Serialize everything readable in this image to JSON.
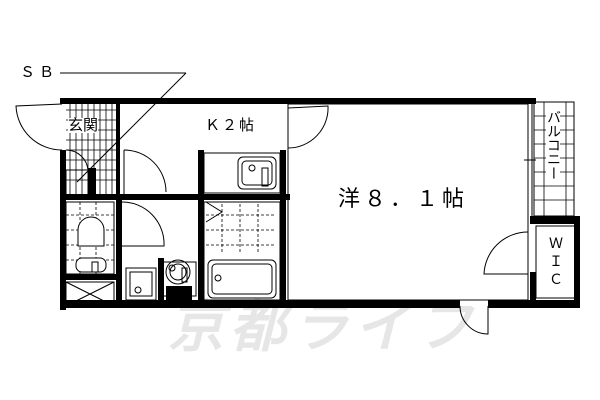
{
  "floorplan": {
    "rooms": {
      "western_room": "洋８．１帖",
      "kitchen": "Ｋ２帖",
      "entrance": "玄関",
      "balcony": "バルコニー",
      "wic": "ＷＩＣ"
    },
    "annotations": {
      "shoe_box": "ＳＢ"
    },
    "watermark": "京都ライフ"
  }
}
